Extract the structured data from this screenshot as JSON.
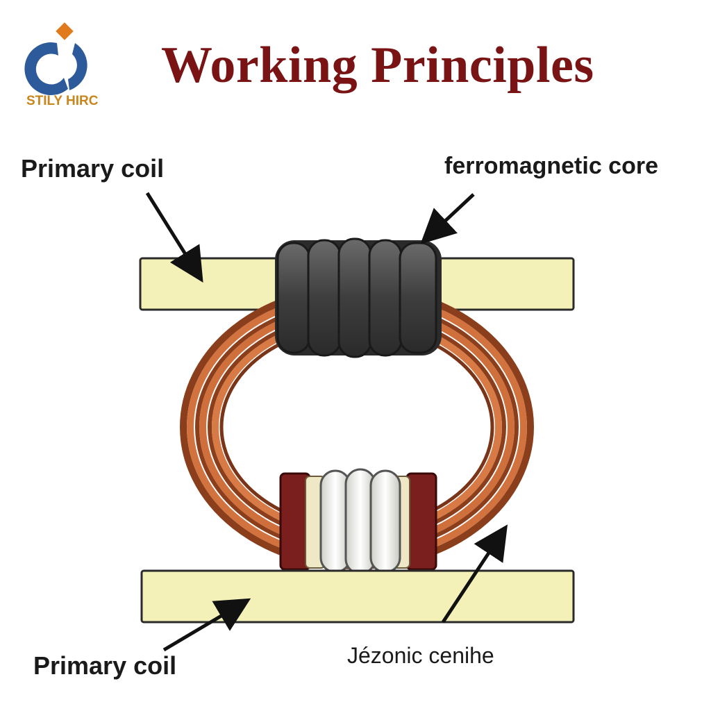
{
  "header": {
    "title": "Working Principles",
    "logo_text": "STILY HIRC"
  },
  "labels": {
    "primary_coil_top": "Primary coil",
    "ferromagnetic_core": "ferromagnetic core",
    "primary_coil_bottom": "Primary coil",
    "bottom_right": "Jézonic cenihe"
  },
  "colors": {
    "title": "#7a1414",
    "logo_blue": "#2c5a9a",
    "logo_orange": "#e07a1c",
    "bar_fill": "#f3f0b8",
    "copper": "#c9683a",
    "dark_winding": "#4b4b4b",
    "white_winding": "#f4f2ea",
    "maroon_flange": "#7a1e1e"
  }
}
